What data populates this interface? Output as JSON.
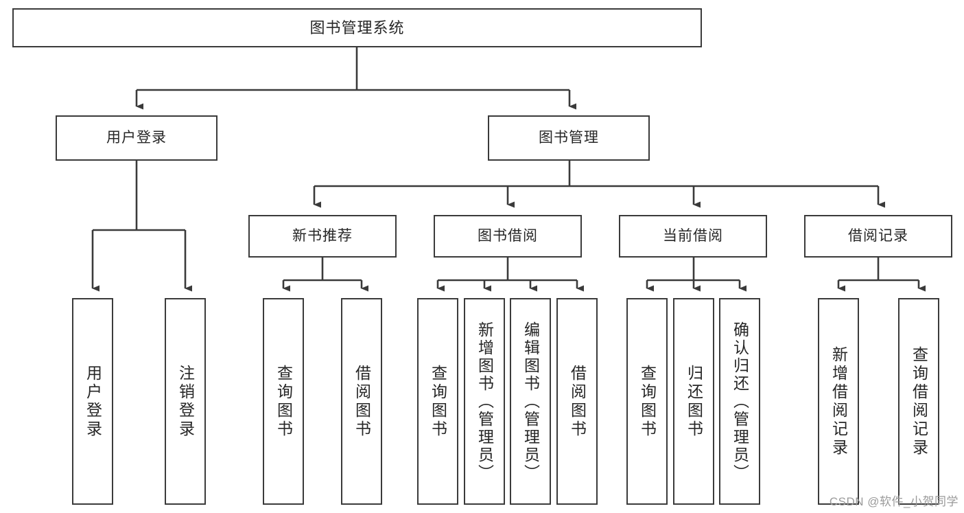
{
  "diagram": {
    "type": "tree-hierarchy",
    "title": "图书管理系统",
    "watermark": "CSDN @软件_小贺同学",
    "style": {
      "box_border_color": "#3a3a3a",
      "box_fill_color": "#ffffff",
      "connector_color": "#3a3a3a",
      "text_color": "#262626",
      "background": "#ffffff"
    },
    "root": {
      "label": "图书管理系统"
    },
    "level2": [
      {
        "label": "用户登录"
      },
      {
        "label": "图书管理"
      }
    ],
    "level3": [
      {
        "label": "新书推荐"
      },
      {
        "label": "图书借阅"
      },
      {
        "label": "当前借阅"
      },
      {
        "label": "借阅记录"
      }
    ],
    "leaves": {
      "user_login": [
        {
          "label": "用户登录"
        },
        {
          "label": "注销登录"
        }
      ],
      "new_book_recommend": [
        {
          "label": "查询图书"
        },
        {
          "label": "借阅图书"
        }
      ],
      "book_borrow": [
        {
          "label": "查询图书"
        },
        {
          "label": "新增图书（管理员）"
        },
        {
          "label": "编辑图书（管理员）"
        },
        {
          "label": "借阅图书"
        }
      ],
      "current_borrow": [
        {
          "label": "查询图书"
        },
        {
          "label": "归还图书"
        },
        {
          "label": "确认归还（管理员）"
        }
      ],
      "borrow_record": [
        {
          "label": "新增借阅记录"
        },
        {
          "label": "查询借阅记录"
        }
      ]
    }
  }
}
